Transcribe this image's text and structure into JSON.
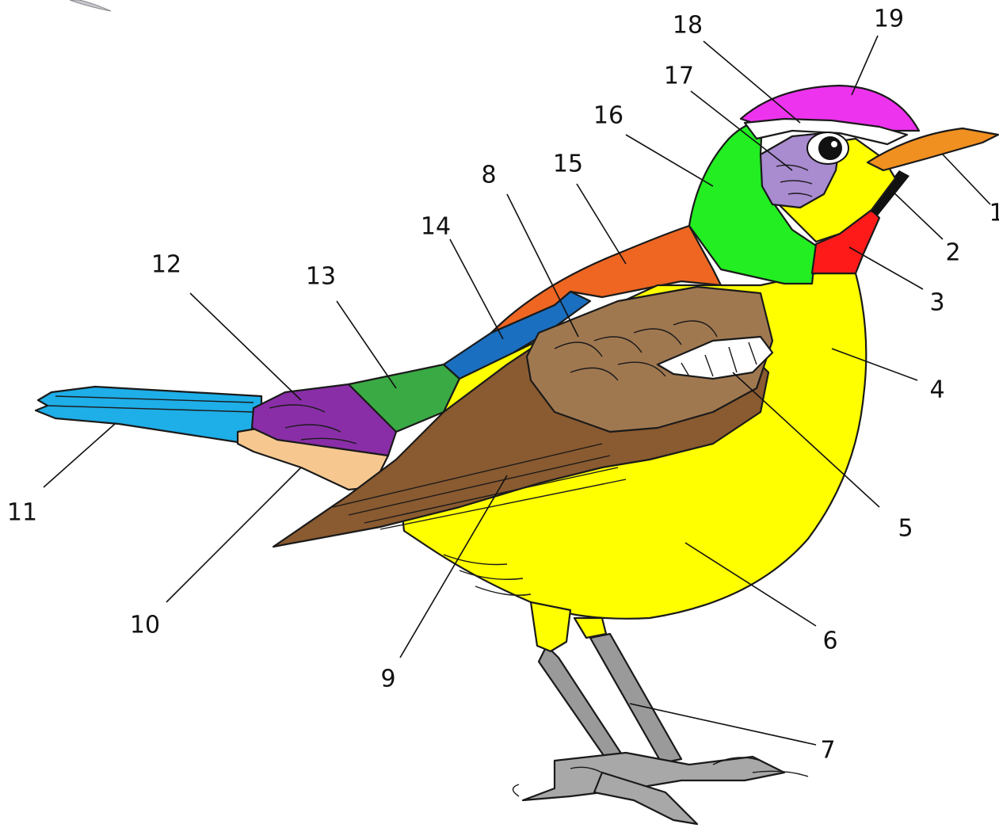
{
  "labels": [
    "1",
    "2",
    "3",
    "4",
    "5",
    "6",
    "7",
    "8",
    "9",
    "10",
    "11",
    "12",
    "13",
    "14",
    "15",
    "16",
    "17",
    "18",
    "19"
  ],
  "colors": {
    "crown": "#ee33ee",
    "supercilium": "#ffffff",
    "ear_patch": "#a98bd0",
    "nape": "#22ee22",
    "mantle": "#ee6622",
    "scapulars": "#1a6fc0",
    "back": "#3aaa44",
    "rump": "#8a2ea8",
    "tail": "#1eaee8",
    "undertail": "#f6c890",
    "throat": "#ff1a1a",
    "body": "#ffff00",
    "wing": "#8a5a30",
    "coverts": "#a07850",
    "bill": "#f09020",
    "legs": "#9a9a9a"
  }
}
